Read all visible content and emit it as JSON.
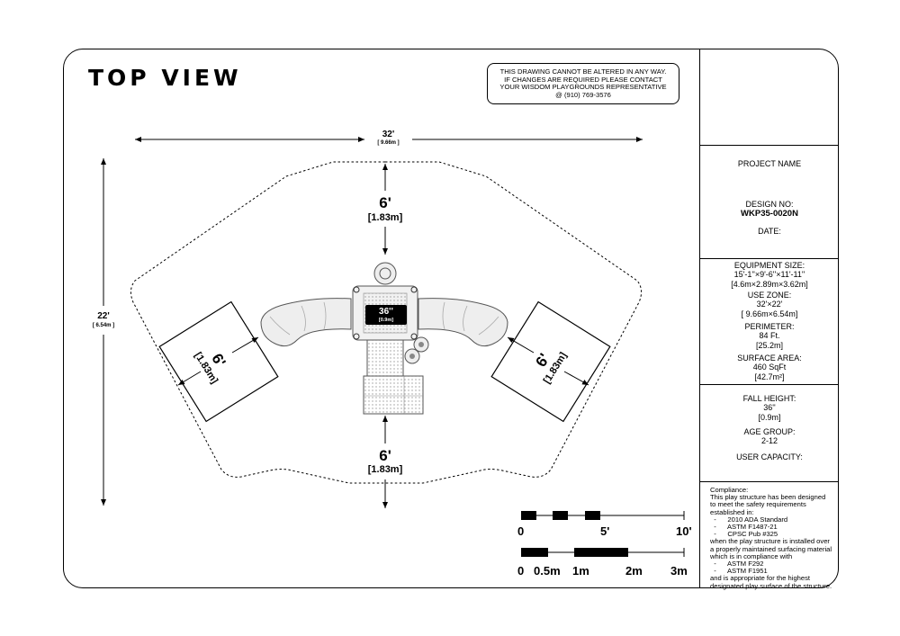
{
  "view_title": "TOP VIEW",
  "notice": [
    "THIS DRAWING CANNOT BE ALTERED IN ANY WAY.",
    "IF CHANGES ARE REQUIRED PLEASE CONTACT",
    "YOUR WISDOM PLAYGROUNDS REPRESENTATIVE",
    "@ (910) 769-3576"
  ],
  "dimensions": {
    "width_ft": "32'",
    "width_m": "[ 9.66m ]",
    "height_ft": "22'",
    "height_m": "[ 6.54m ]",
    "top_ft": "6'",
    "top_m": "[1.83m]",
    "bottom_ft": "6'",
    "bottom_m": "[1.83m]",
    "left_ft": "6'",
    "left_m": "[1.83m]",
    "right_ft": "6'",
    "right_m": "[1.83m]",
    "deck_in": "36''",
    "deck_m": "[0.9m]"
  },
  "info": {
    "project_name": "PROJECT NAME",
    "design_no_label": "DESIGN NO:",
    "design_no": "WKP35-0020N",
    "date_label": "DATE:",
    "equipment_size_label": "EQUIPMENT SIZE:",
    "equipment_size": "15'-1''×9'-6''×11'-11''",
    "equipment_size_m": "[4.6m×2.89m×3.62m]",
    "use_zone_label": "USE ZONE:",
    "use_zone": "32'×22'",
    "use_zone_m": "[ 9.66m×6.54m]",
    "perimeter_label": "PERIMETER:",
    "perimeter": "84 Ft.",
    "perimeter_m": "[25.2m]",
    "surface_area_label": "SURFACE AREA:",
    "surface_area": "460 SqFt",
    "surface_area_m": "[42.7m²]",
    "fall_height_label": "FALL HEIGHT:",
    "fall_height": "36''",
    "fall_height_m": "[0.9m]",
    "age_group_label": "AGE GROUP:",
    "age_group": "2-12",
    "user_capacity_label": "USER CAPACITY:"
  },
  "compliance": [
    "Compliance:",
    "This play structure has been designed",
    "to meet the safety requirements",
    "established in:",
    "  -      2010 ADA Standard",
    "  -      ASTM F1487-21",
    "  -      CPSC Pub #325",
    "when the play structure is installed over",
    "a properly maintained surfacing material",
    "which is in compliance with",
    "  -      ASTM F292",
    "  -      ASTM F1951",
    "and is appropriate for the highest",
    "designated play surface of the structure."
  ],
  "scale_ft": {
    "label_0": "0",
    "label_5": "5'",
    "label_10": "10'"
  },
  "scale_m": {
    "label_0": "0",
    "label_05": "0.5m",
    "label_1": "1m",
    "label_2": "2m",
    "label_3": "3m"
  }
}
